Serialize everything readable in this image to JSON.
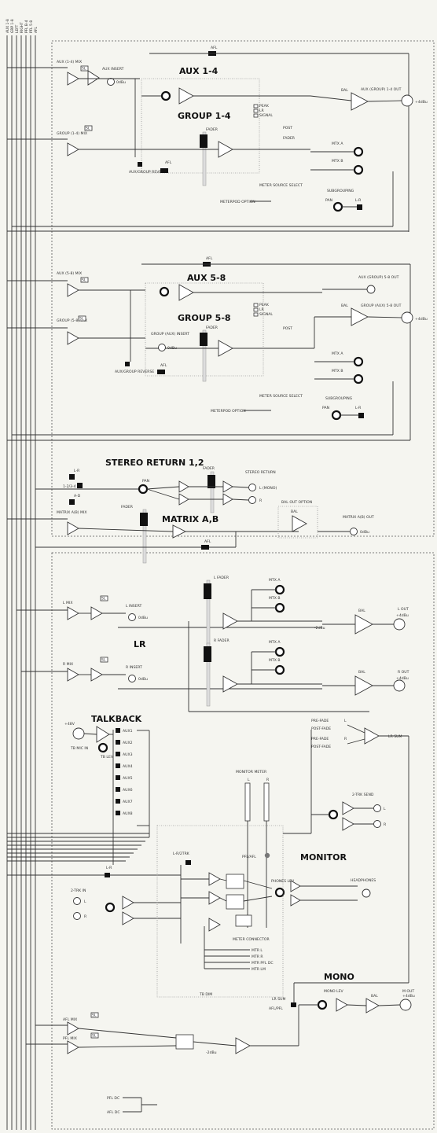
{
  "bus_labels": [
    "AUX 1-8",
    "GRP 1-8",
    "LEFT",
    "RIGHT",
    "PFL B-4",
    "PFL 5-8",
    "AFL"
  ],
  "section_aux14": {
    "afl": "AFL",
    "mix": "AUX (1-4) MIX",
    "insert": "AUX INSERT",
    "level": "0dBu",
    "title_aux": "AUX 1-4",
    "title_group": "GROUP 1-4",
    "fader": "FADER",
    "meter_opts": [
      "PEAK",
      "LR",
      "SIGNAL"
    ],
    "post": "POST",
    "fader_small": "FADER",
    "group_mix": "GROUP (1-4) MIX",
    "sl": "SL",
    "reverse": "AUX/GROUP REVERSE",
    "afl2": "AFL",
    "mtx_a": "MTX A",
    "mtx_b": "MTX B",
    "meter_source": "METER SOURCE SELECT",
    "meterpod": "METERPOD OPTION",
    "subgrouping": "SUBGROUPING",
    "pan": "PAN",
    "lr": "L-R",
    "out": "AUX (GROUP) 1-4 OUT",
    "bal": "BAL",
    "out_level": "+4dBu"
  },
  "section_aux58": {
    "afl": "AFL",
    "mix": "AUX (5-8) MIX",
    "title_aux": "AUX 5-8",
    "title_group": "GROUP 5-8",
    "fader": "FADER",
    "group_mix": "GROUP (5-8) MIX",
    "insert": "GROUP (AUX) INSERT",
    "level": "0dBu",
    "meter_opts": [
      "PEAK",
      "LR",
      "SIGNAL"
    ],
    "post": "POST",
    "reverse": "AUX/GROUP REVERSE",
    "afl2": "AFL",
    "mtx_a": "MTX A",
    "mtx_b": "MTX B",
    "meter_source": "METER SOURCE SELECT",
    "meterpod": "METERPOD OPTION",
    "subgrouping": "SUBGROUPING",
    "pan": "PAN",
    "lr": "L-R",
    "out_aux": "AUX (GROUP) 5-8 OUT",
    "out_group": "GROUP (AUX) 5-8 OUT",
    "bal": "BAL",
    "out_level": "+4dBu",
    "sl": "SL"
  },
  "stereo_return": {
    "title": "STEREO RETURN 1,2",
    "lr": "L-R",
    "sw1": "1-2/3-4",
    "ad": "A-D",
    "pan": "PAN",
    "fader": "FADER",
    "ret": "STEREO RETURN",
    "l": "L (MONO)",
    "r": "R"
  },
  "matrix": {
    "mix": "MATRIX A(B) MIX",
    "fader": "FADER",
    "title": "MATRIX A,B",
    "bal_opt": "BAL OUT OPTION",
    "bal": "BAL",
    "out": "MATRIX A(B) OUT",
    "level": "0dBu",
    "afl": "AFL"
  },
  "lr_section": {
    "title": "LR",
    "l_mix": "L MIX",
    "r_mix": "R MIX",
    "sl": "SL",
    "l_insert": "L INSERT",
    "r_insert": "R INSERT",
    "level": "0dBu",
    "l_fader": "L FADER",
    "r_fader": "R FADER",
    "mtx_a": "MTX A",
    "mtx_b": "MTX B",
    "l_out": "L OUT",
    "r_out": "R OUT",
    "out_level": "+4dBu",
    "bal": "BAL",
    "minus": "-2dBu"
  },
  "talkback": {
    "title": "TALKBACK",
    "mic_in": "TB MIC IN",
    "lev": "TB LEV",
    "level": "+48V",
    "aux": [
      "AUX1",
      "AUX2",
      "AUX3",
      "AUX4",
      "AUX5",
      "AUX6",
      "AUX7",
      "AUX8"
    ]
  },
  "lr_sum": {
    "pre1": "PRE-FADE",
    "post1": "POST-FADE",
    "pre2": "PRE-FADE",
    "post2": "POST-FADE",
    "sum": "LR SUM",
    "l": "L",
    "r": "R"
  },
  "monitor": {
    "meter": "MONITOR METER",
    "l": "L",
    "r": "R",
    "title": "MONITOR",
    "lr_2trk": "L-R/2TRK",
    "pfl_afl": "PFL/AFL",
    "phones": "PHONES LEV",
    "headphones": "HEADPHONES",
    "trk_send": "2-TRK SEND",
    "trk_in": "2-TRK IN",
    "lr": "L-R",
    "connector": "METER CONNECTOR",
    "conn_pins": [
      "MTR L",
      "MTR R",
      "MTR PFL DC",
      "MTR LM"
    ],
    "dim": "TB DIM"
  },
  "mono": {
    "title": "MONO",
    "lev": "MONO LEV",
    "sum": "LR SUM",
    "afl_pfl": "AFL/PFL",
    "out": "M OUT",
    "level": "+4dBu",
    "bal": "BAL"
  },
  "bottom": {
    "afl_mix": "AFL MIX",
    "pfl_mix": "PFL MIX",
    "pfl_dc": "PFL DC",
    "afl_dc": "AFL DC",
    "sl": "SL",
    "minus": "-2dBu"
  }
}
